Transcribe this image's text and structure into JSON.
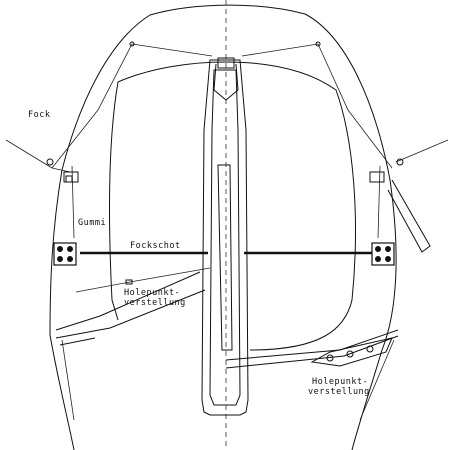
{
  "labels": {
    "fock": "Fock",
    "gummi": "Gummi",
    "fockschot": "Fockschot",
    "holepunkt_left_1": "Holepunkt-",
    "holepunkt_left_2": "verstellung",
    "holepunkt_right_1": "Holepunkt-",
    "holepunkt_right_2": "verstellung"
  }
}
